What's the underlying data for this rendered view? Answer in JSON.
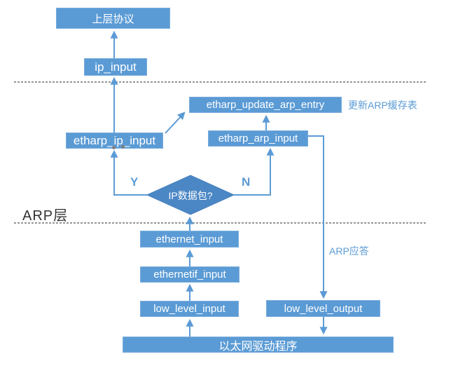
{
  "diagram": {
    "layer_label": "ARP层",
    "nodes": {
      "upper_protocol": "上层协议",
      "ip_input": "ip_input",
      "etharp_ip_input": "etharp_ip_input",
      "etharp_update_arp_entry": "etharp_update_arp_entry",
      "etharp_arp_input": "etharp_arp_input",
      "ethernet_input": "ethernet_input",
      "ethernetif_input": "ethernetif_input",
      "low_level_input": "low_level_input",
      "low_level_output": "low_level_output",
      "ethernet_driver": "以太网驱动程序"
    },
    "decision": {
      "label": "IP数据包?",
      "yes_label": "Y",
      "no_label": "N"
    },
    "annotations": {
      "update_arp_cache": "更新ARP缓存表",
      "arp_reply": "ARP应答"
    },
    "colors": {
      "box_fill": "#5B9BD5",
      "box_edge": "#79ACDD",
      "box_text": "#FFFFFF",
      "diamond_fill": "#4B87C5",
      "diamond_stroke": "#4580BE",
      "line": "#5B9BD5",
      "annotation": "#5B9BD5",
      "label_text": "#333333",
      "dashed": "#2B2B2B",
      "dot": "#7F7F7F"
    }
  }
}
